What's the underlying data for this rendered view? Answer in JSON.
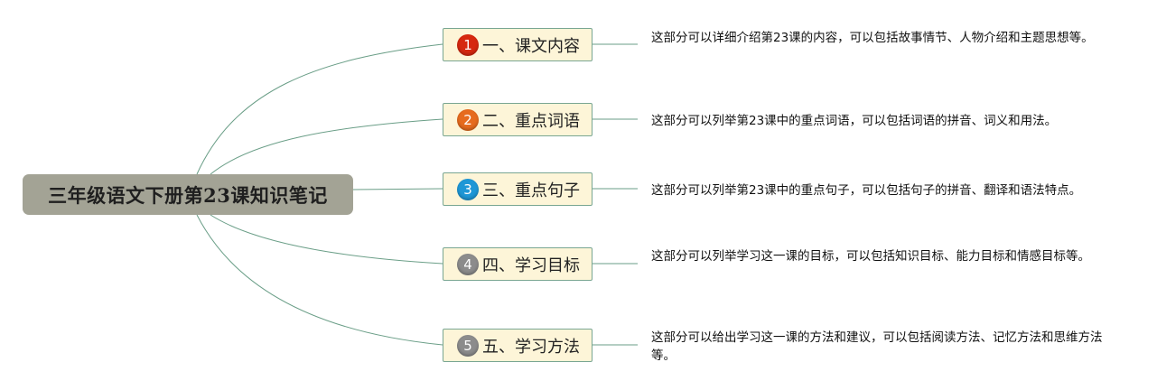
{
  "root": {
    "title": "三年级语文下册第23课知识笔记"
  },
  "branches": [
    {
      "number": "1",
      "label": "一、课文内容",
      "badge_color": "#d62810",
      "note": "这部分可以详细介绍第23课的内容，可以包括故事情节、人物介绍和主题思想等。"
    },
    {
      "number": "2",
      "label": "二、重点词语",
      "badge_color": "#e66b1e",
      "note": "这部分可以列举第23课中的重点词语，可以包括词语的拼音、词义和用法。"
    },
    {
      "number": "3",
      "label": "三、重点句子",
      "badge_color": "#1e97d6",
      "note": "这部分可以列举第23课中的重点句子，可以包括句子的拼音、翻译和语法特点。"
    },
    {
      "number": "4",
      "label": "四、学习目标",
      "badge_color": "#8c8c8c",
      "note": "这部分可以列举学习这一课的目标，可以包括知识目标、能力目标和情感目标等。"
    },
    {
      "number": "5",
      "label": "五、学习方法",
      "badge_color": "#8c8c8c",
      "note": "这部分可以给出学习这一课的方法和建议，可以包括阅读方法、记忆方法和思维方法等。"
    }
  ],
  "colors": {
    "connector": "#6a9e87",
    "root_fill": "#a3a395",
    "branch_fill": "#fdf5d8",
    "branch_border": "#79a692"
  }
}
